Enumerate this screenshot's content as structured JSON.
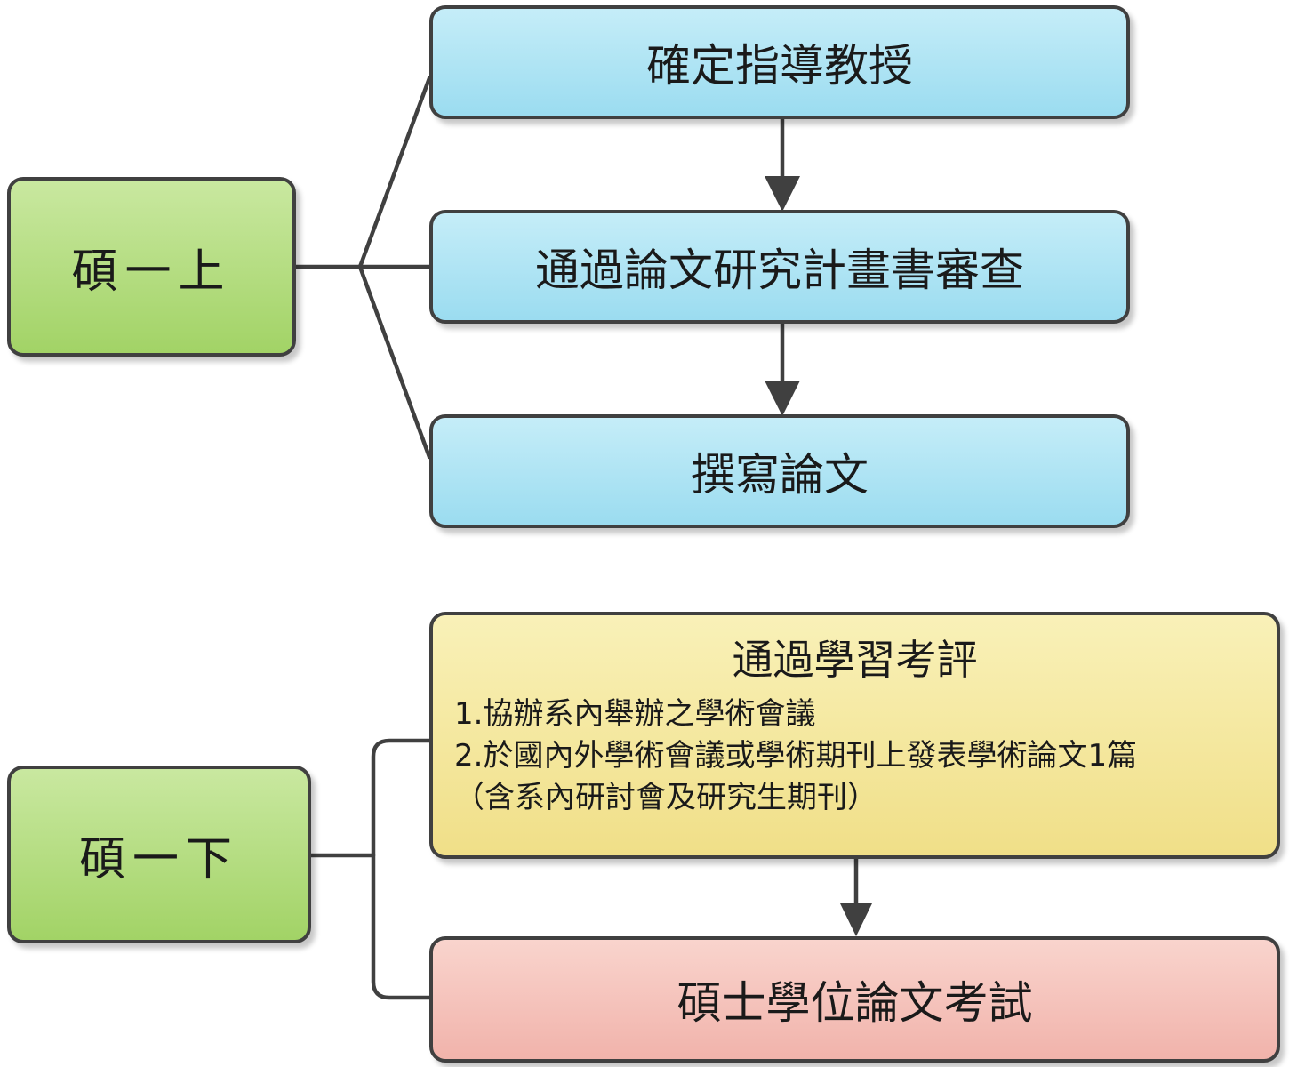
{
  "nodes": {
    "sem1": {
      "label": "碩一上"
    },
    "step1": {
      "label": "確定指導教授"
    },
    "step2": {
      "label": "通過論文研究計畫書審查"
    },
    "step3": {
      "label": "撰寫論文"
    },
    "sem2": {
      "label": "碩一下"
    },
    "evaluation": {
      "title": "通過學習考評",
      "details": [
        "1.協辦系內舉辦之學術會議",
        "2.於國內外學術會議或學術期刊上發表學術論文1篇",
        "（含系內研討會及研究生期刊）"
      ]
    },
    "exam": {
      "label": "碩士學位論文考試"
    }
  },
  "colors": {
    "green": "#a2d366",
    "blue": "#9bdcf0",
    "yellow": "#f0df88",
    "pink": "#f1b3ab",
    "border": "#404040",
    "connector": "#404040"
  }
}
